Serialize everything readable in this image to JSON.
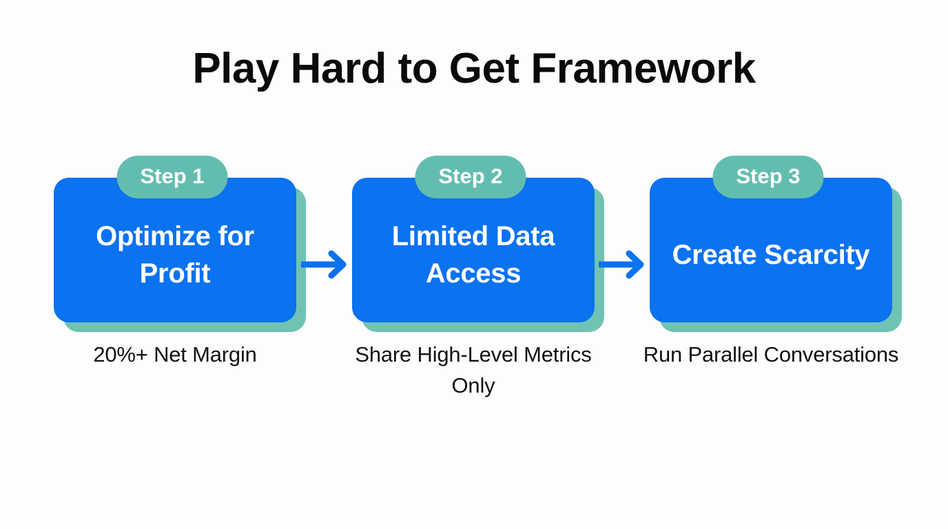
{
  "title": "Play Hard to Get Framework",
  "colors": {
    "background": "#fdfdfd",
    "card": "#0b72f0",
    "card_shadow": "#6fc3b4",
    "badge": "#63bdaf",
    "arrow": "#0b72f0",
    "title_text": "#0a0a0a",
    "card_text": "#ffffff",
    "caption_text": "#111111"
  },
  "steps": [
    {
      "badge": "Step 1",
      "title": "Optimize for Profit",
      "caption": "20%+ Net Margin"
    },
    {
      "badge": "Step 2",
      "title": "Limited Data Access",
      "caption": "Share High-Level Metrics Only"
    },
    {
      "badge": "Step 3",
      "title": "Create Scarcity",
      "caption": "Run Parallel Conversations"
    }
  ],
  "arrows": [
    {
      "name": "arrow-step1-to-step2"
    },
    {
      "name": "arrow-step2-to-step3"
    }
  ]
}
